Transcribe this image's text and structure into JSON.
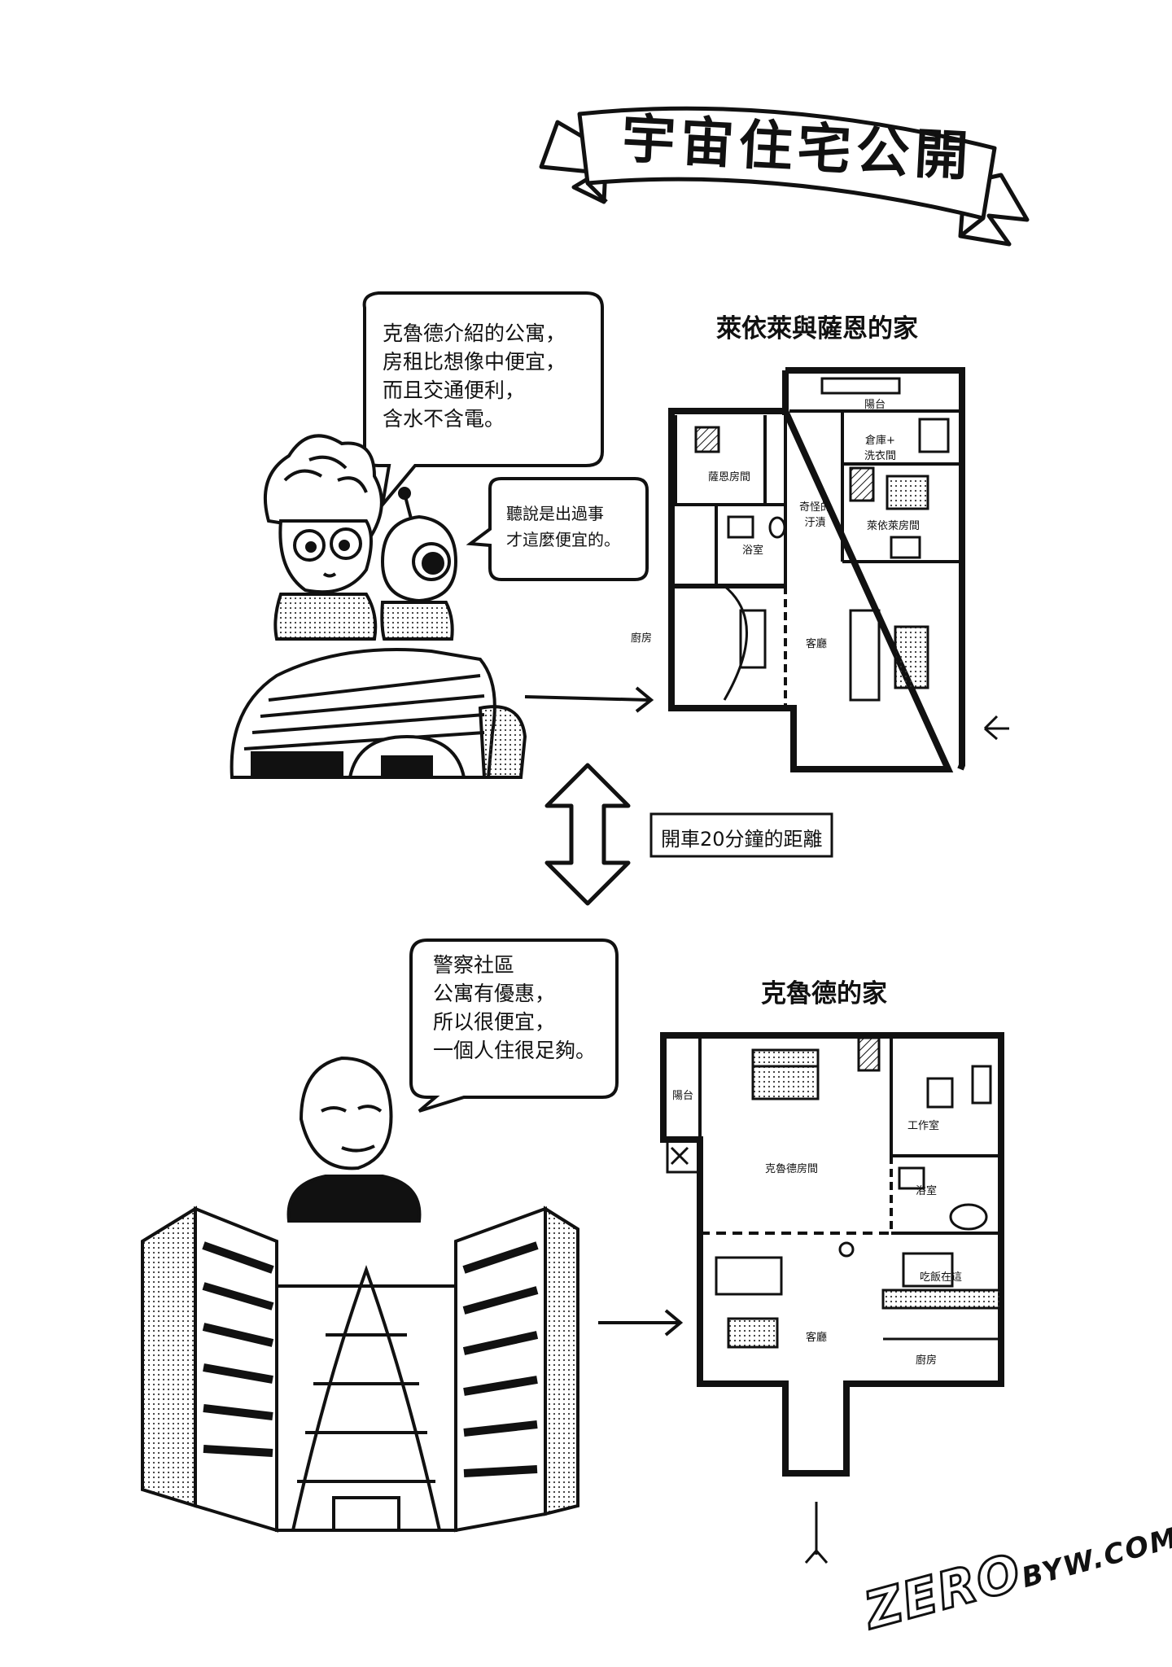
{
  "page": {
    "title": "宇宙住宅公開"
  },
  "top_section": {
    "bubble_main": "克魯德介紹的公寓，\n房租比想像中便宜，\n而且交通便利，\n含水不含電。",
    "bubble_small": "聽說是出過事\n才這麼便宜的。",
    "plan_title": "萊依萊與薩恩的家",
    "rooms": {
      "balcony": "陽台",
      "storage": "倉庫+\n洗衣間",
      "san_room": "薩恩房間",
      "stain": "奇怪的\n汙漬",
      "laiyilai_room": "萊依萊房間",
      "bathroom": "浴室",
      "kitchen": "廚房",
      "living": "客廳"
    }
  },
  "distance_note": "開車20分鐘的距離",
  "bottom_section": {
    "bubble": "警察社區\n公寓有優惠，\n所以很便宜，\n一個人住很足夠。",
    "plan_title": "克魯德的家",
    "rooms": {
      "balcony": "陽台",
      "study": "工作室",
      "kelude_room": "克魯德房間",
      "bathroom": "浴室",
      "dining": "吃飯在這",
      "living": "客廳",
      "kitchen": "廚房"
    }
  },
  "watermark": {
    "big": "ZERO",
    "small": "BYW.COM"
  }
}
